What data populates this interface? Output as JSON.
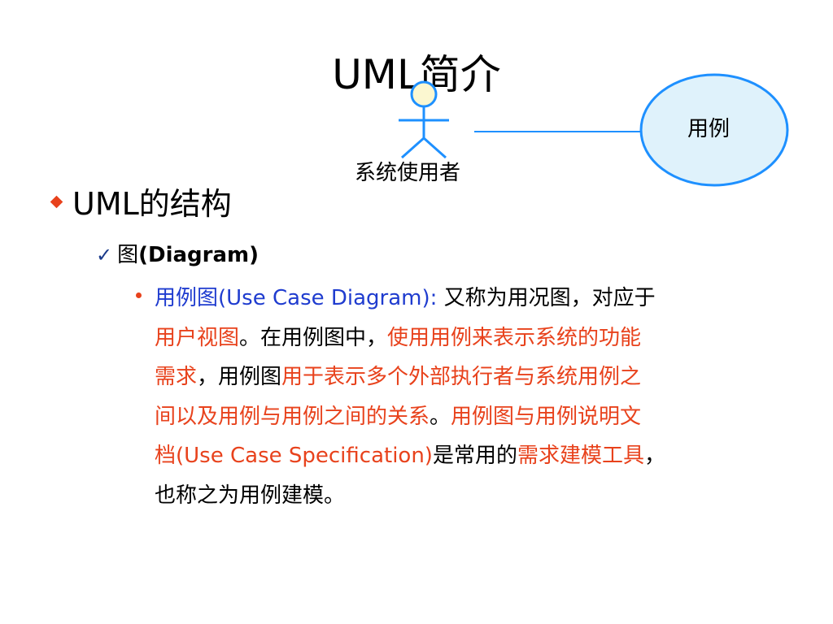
{
  "title": "UML简介",
  "diagram": {
    "actor_label": "系统使用者",
    "usecase_label": "用例",
    "colors": {
      "actor_stroke": "#1e90ff",
      "actor_head_fill": "#fbf7d0",
      "ellipse_fill": "#dff2fb",
      "ellipse_stroke": "#1e90ff"
    }
  },
  "bullets": {
    "level1": "UML的结构",
    "level2_prefix": "图",
    "level2_suffix": "(Diagram)"
  },
  "paragraph": {
    "l1_a": "用例图(Use Case Diagram):",
    "l1_b": " 又称为用况图，对应于",
    "l2_a": "用户视图",
    "l2_b": "。在用例图中，",
    "l2_c": "使用用例来表示系统的功能",
    "l3_a": "需求",
    "l3_b": "，用例图",
    "l3_c": "用于表示多个外部执行者与系统用例之",
    "l4_a": "间以及用例与用例之间的关系",
    "l4_b": "。",
    "l4_c": "用例图与用例说明文",
    "l5_a": "档(Use Case Specification)",
    "l5_b": "是常用的",
    "l5_c": "需求建模工具",
    "l5_d": "，",
    "l6_a": "也称之为用例建模。"
  },
  "colors": {
    "blue": "#1f3ccf",
    "red": "#e8421c",
    "bullet": "#e8421c"
  }
}
